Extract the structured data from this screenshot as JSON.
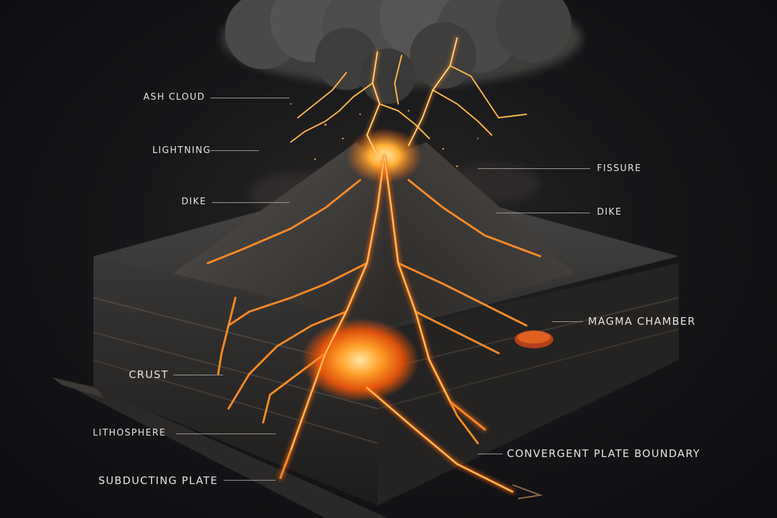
{
  "labels": {
    "ash_cloud": "ASH CLOUD",
    "lightning": "LIGHTNING",
    "dike_left": "DIKE",
    "fissure": "FISSURE",
    "dike_right": "DIKE",
    "magma_chamber": "MAGMA CHAMBER",
    "crust": "CRUST",
    "lithosphere": "LITHOSPHERE",
    "convergent_plate_boundary": "CONVERGENT PLATE BOUNDARY",
    "subducting_plate": "SUBDUCTING PLATE"
  },
  "colors": {
    "background": "#111215",
    "rock": "#3b3a38",
    "lava": "#ff7a1a",
    "lava_core": "#ffd27a",
    "ash": "#4a4a4a"
  }
}
